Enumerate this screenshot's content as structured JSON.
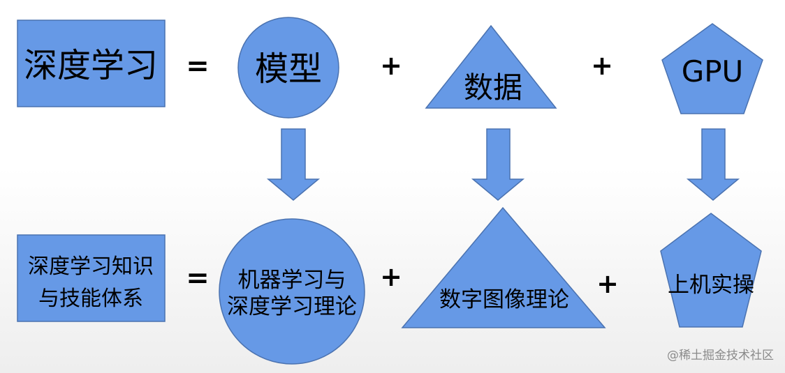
{
  "top_row": {
    "lhs": "深度学习",
    "equals": "=",
    "model": "模型",
    "plus_1": "+",
    "data": "数据",
    "plus_2": "+",
    "gpu": "GPU"
  },
  "bottom_row": {
    "lhs_line1": "深度学习知识",
    "lhs_line2": "与技能体系",
    "equals": "=",
    "ml_line1": "机器学习与",
    "ml_line2": "深度学习理论",
    "plus_1": "+",
    "image_theory": "数字图像理论",
    "plus_2": "+",
    "practice": "上机实操"
  },
  "watermark": "@稀土掘金技术社区",
  "colors": {
    "shape_fill": "#6699e6",
    "shape_stroke": "#4a72b0",
    "text": "#000000",
    "watermark": "#8a8a8a"
  }
}
